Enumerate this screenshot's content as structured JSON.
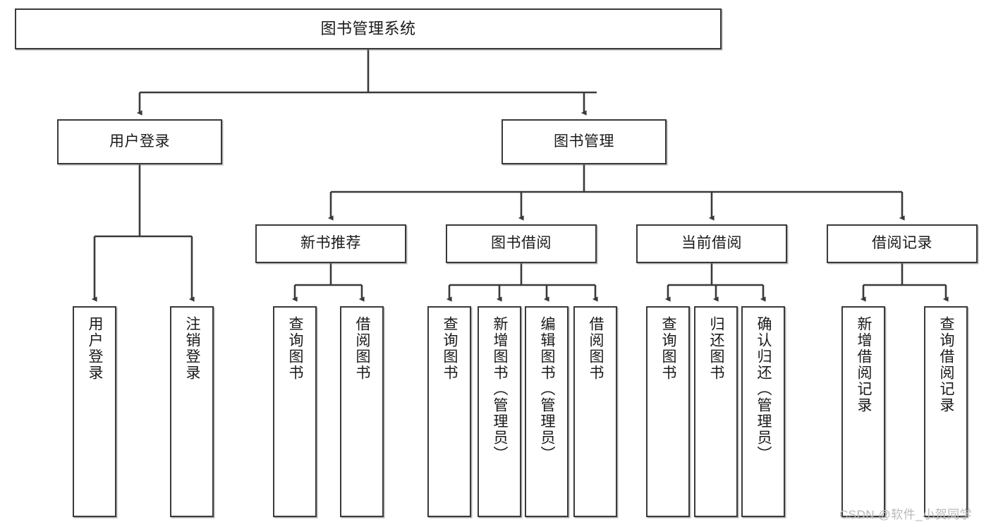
{
  "diagram": {
    "type": "tree",
    "title": "图书管理系统",
    "watermark": "CSDN @软件_小贺同学",
    "stroke_color": "#3a3a3a",
    "background_color": "#ffffff",
    "text_color": "#1a1a1a",
    "watermark_color": "#b9b9b9"
  },
  "nodes": {
    "root": {
      "label": "图书管理系统",
      "level": 1
    },
    "user_login": {
      "label": "用户登录",
      "level": 2
    },
    "book_manage": {
      "label": "图书管理",
      "level": 2
    },
    "new_book_rec": {
      "label": "新书推荐",
      "level": 3
    },
    "book_borrow": {
      "label": "图书借阅",
      "level": 3
    },
    "current_borrow": {
      "label": "当前借阅",
      "level": 3
    },
    "borrow_record": {
      "label": "借阅记录",
      "level": 3
    },
    "leaf_user_login": {
      "label": "用户登录",
      "level": 4
    },
    "leaf_logout_login": {
      "label": "注销登录",
      "level": 4
    },
    "leaf_query_book_rec": {
      "label": "查询图书",
      "level": 4
    },
    "leaf_borrow_book_rec": {
      "label": "借阅图书",
      "level": 4
    },
    "leaf_query_book_borrow": {
      "label": "查询图书",
      "level": 4
    },
    "leaf_add_book_admin": {
      "label": "新增图书（管理员）",
      "level": 4
    },
    "leaf_edit_book_admin": {
      "label": "编辑图书（管理员）",
      "level": 4
    },
    "leaf_borrow_book_borrow": {
      "label": "借阅图书",
      "level": 4
    },
    "leaf_query_book_current": {
      "label": "查询图书",
      "level": 4
    },
    "leaf_return_book": {
      "label": "归还图书",
      "level": 4
    },
    "leaf_confirm_return_admin": {
      "label": "确认归还（管理员）",
      "level": 4
    },
    "leaf_add_borrow_record": {
      "label": "新增借阅记录",
      "level": 4
    },
    "leaf_query_borrow_record": {
      "label": "查询借阅记录",
      "level": 4
    }
  },
  "edges": [
    {
      "from": "root",
      "to": "user_login"
    },
    {
      "from": "root",
      "to": "book_manage"
    },
    {
      "from": "user_login",
      "to": "leaf_user_login"
    },
    {
      "from": "user_login",
      "to": "leaf_logout_login"
    },
    {
      "from": "book_manage",
      "to": "new_book_rec"
    },
    {
      "from": "book_manage",
      "to": "book_borrow"
    },
    {
      "from": "book_manage",
      "to": "current_borrow"
    },
    {
      "from": "book_manage",
      "to": "borrow_record"
    },
    {
      "from": "new_book_rec",
      "to": "leaf_query_book_rec"
    },
    {
      "from": "new_book_rec",
      "to": "leaf_borrow_book_rec"
    },
    {
      "from": "book_borrow",
      "to": "leaf_query_book_borrow"
    },
    {
      "from": "book_borrow",
      "to": "leaf_add_book_admin"
    },
    {
      "from": "book_borrow",
      "to": "leaf_edit_book_admin"
    },
    {
      "from": "book_borrow",
      "to": "leaf_borrow_book_borrow"
    },
    {
      "from": "current_borrow",
      "to": "leaf_query_book_current"
    },
    {
      "from": "current_borrow",
      "to": "leaf_return_book"
    },
    {
      "from": "current_borrow",
      "to": "leaf_confirm_return_admin"
    },
    {
      "from": "borrow_record",
      "to": "leaf_add_borrow_record"
    },
    {
      "from": "borrow_record",
      "to": "leaf_query_borrow_record"
    }
  ]
}
